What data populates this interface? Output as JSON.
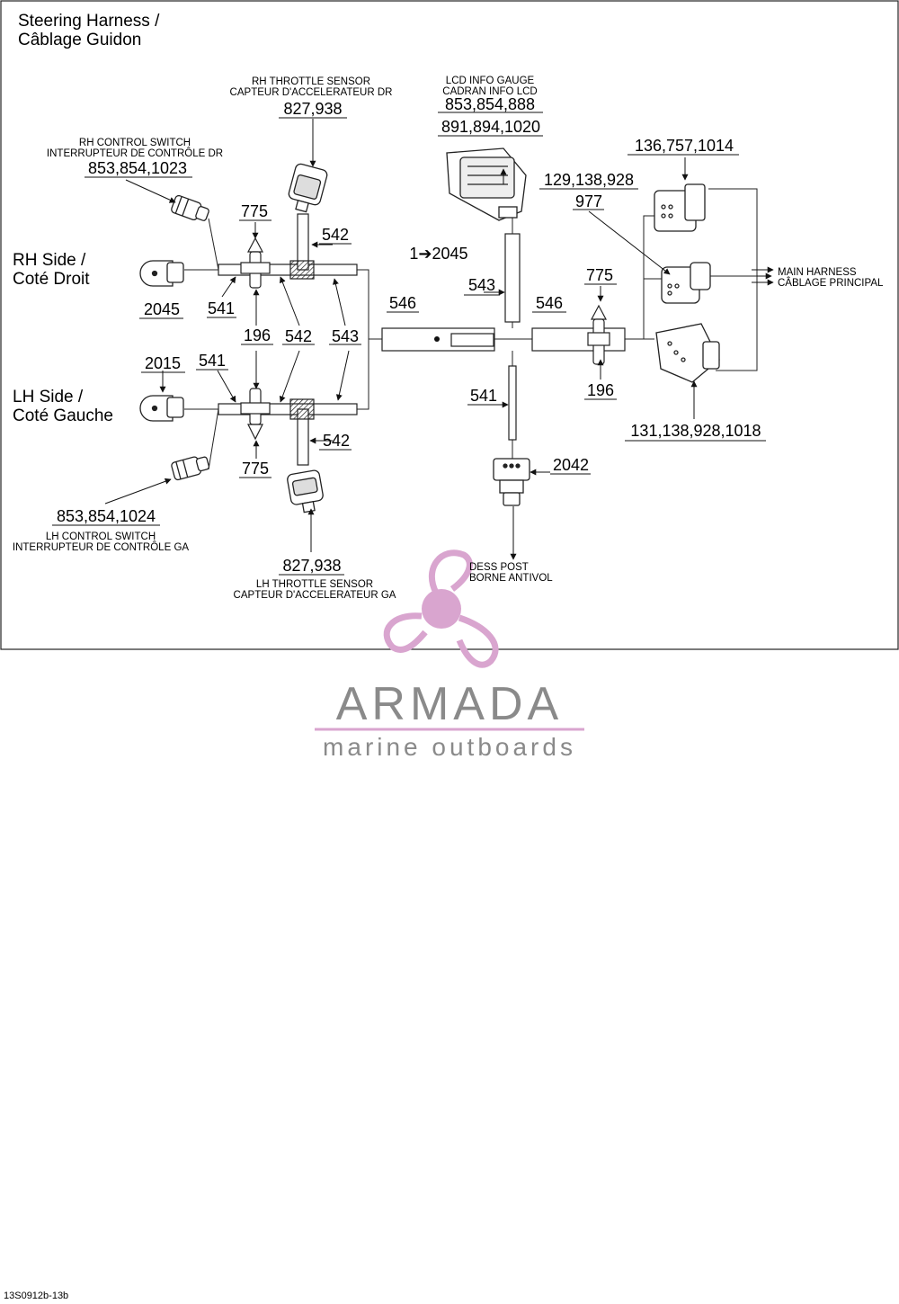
{
  "title": {
    "line1": "Steering Harness /",
    "line2": "Câblage Guidon"
  },
  "sides": {
    "rh": {
      "line1": "RH Side /",
      "line2": "Coté Droit"
    },
    "lh": {
      "line1": "LH Side /",
      "line2": "Coté Gauche"
    }
  },
  "components": {
    "rh_throttle": {
      "en": "RH THROTTLE SENSOR",
      "fr": "CAPTEUR D'ACCELERATEUR DR",
      "parts": "827,938"
    },
    "lcd_gauge": {
      "en": "LCD INFO GAUGE",
      "fr": "CADRAN INFO LCD",
      "parts1": "853,854,888",
      "parts2": "891,894,1020"
    },
    "rh_control": {
      "en": "RH CONTROL SWITCH",
      "fr": "INTERRUPTEUR DE CONTRÔLE DR",
      "parts": "853,854,1023"
    },
    "lh_control": {
      "en": "LH CONTROL SWITCH",
      "fr": "INTERRUPTEUR DE CONTRÔLE GA",
      "parts": "853,854,1024"
    },
    "lh_throttle": {
      "en": "LH THROTTLE SENSOR",
      "fr": "CAPTEUR D'ACCELERATEUR GA",
      "parts": "827,938"
    },
    "main_harness": {
      "en": "MAIN HARNESS",
      "fr": "CÂBLAGE PRINCIPAL"
    },
    "dess_post": {
      "en": "DESS POST",
      "fr": "BORNE ANTIVOL"
    },
    "conn_top": {
      "parts": "136,757,1014"
    },
    "conn_mid": {
      "parts1": "129,138,928",
      "parts2": "977"
    },
    "conn_bot": {
      "parts": "131,138,928,1018"
    }
  },
  "callouts": {
    "c775_rh": "775",
    "c542_rh": "542",
    "c2045_rh": "2045",
    "c541_rh": "541",
    "c196_l": "196",
    "c542_mid": "542",
    "c543_mid": "543",
    "c2015": "2015",
    "c541_lh": "541",
    "c542_lh": "542",
    "c775_lh": "775",
    "c1to2045": "1➔2045",
    "c546_l": "546",
    "c543_c": "543",
    "c546_r": "546",
    "c775_r": "775",
    "c196_r": "196",
    "c541_c": "541",
    "c2042": "2042"
  },
  "brand": {
    "name": "ARMADA",
    "tagline": "marine outboards",
    "accent": "#d9a5cf",
    "gray": "#8a8a8a"
  },
  "footer": {
    "code": "13S0912b-13b"
  }
}
